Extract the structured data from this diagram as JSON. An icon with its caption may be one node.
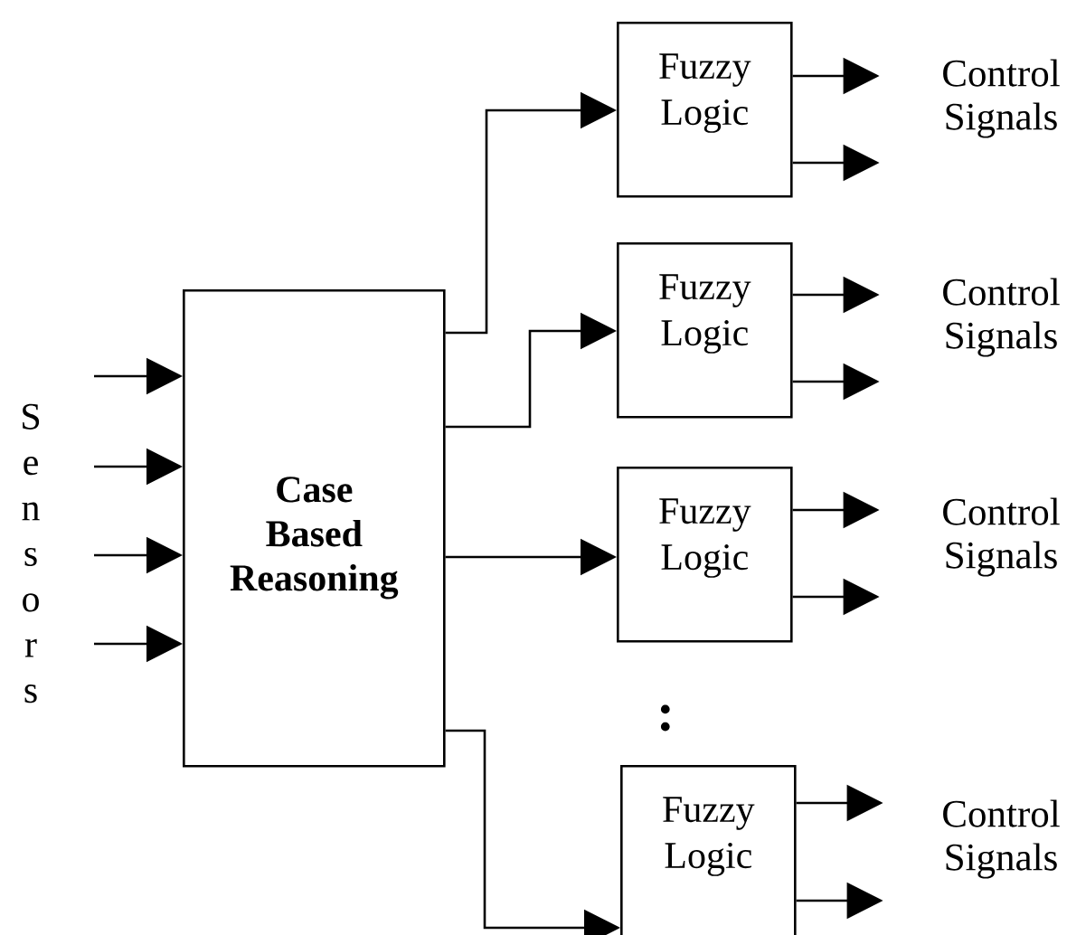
{
  "diagram": {
    "nodes": [
      {
        "text": [
          "Case Based Reasoning"
        ]
      },
      {
        "text": [
          "Fuzzy Logic"
        ],
        "beside": [
          "Control Signals"
        ]
      },
      {
        "text": [
          "Fuzzy Logic"
        ],
        "beside": [
          "Control Signals"
        ]
      },
      {
        "text": [
          "Fuzzy Logic"
        ],
        "beside": [
          "Control Signals"
        ]
      },
      {
        "text": [
          "Fuzzy Logic"
        ],
        "beside": [
          "Control Signals"
        ]
      }
    ],
    "edges": [
      {
        "from": null,
        "to": 0,
        "arrow": "to"
      },
      {
        "from": null,
        "to": 0,
        "arrow": "to"
      },
      {
        "from": null,
        "to": 0,
        "arrow": "to"
      },
      {
        "from": null,
        "to": 0,
        "arrow": "to"
      },
      {
        "from": 0,
        "to": 1,
        "arrow": "to"
      },
      {
        "from": 0,
        "to": 2,
        "arrow": "to"
      },
      {
        "from": 0,
        "to": 3,
        "arrow": "to"
      },
      {
        "from": 0,
        "to": 4,
        "arrow": "to"
      },
      {
        "from": 1,
        "to": null,
        "arrow": "to"
      },
      {
        "from": 1,
        "to": null,
        "arrow": "to"
      },
      {
        "from": 2,
        "to": null,
        "arrow": "to"
      },
      {
        "from": 2,
        "to": null,
        "arrow": "to"
      },
      {
        "from": 3,
        "to": null,
        "arrow": "to"
      },
      {
        "from": 3,
        "to": null,
        "arrow": "to"
      },
      {
        "from": 4,
        "to": null,
        "arrow": "to"
      },
      {
        "from": 4,
        "to": null,
        "arrow": "to"
      }
    ],
    "labels": [
      "Sensors",
      ":"
    ]
  }
}
